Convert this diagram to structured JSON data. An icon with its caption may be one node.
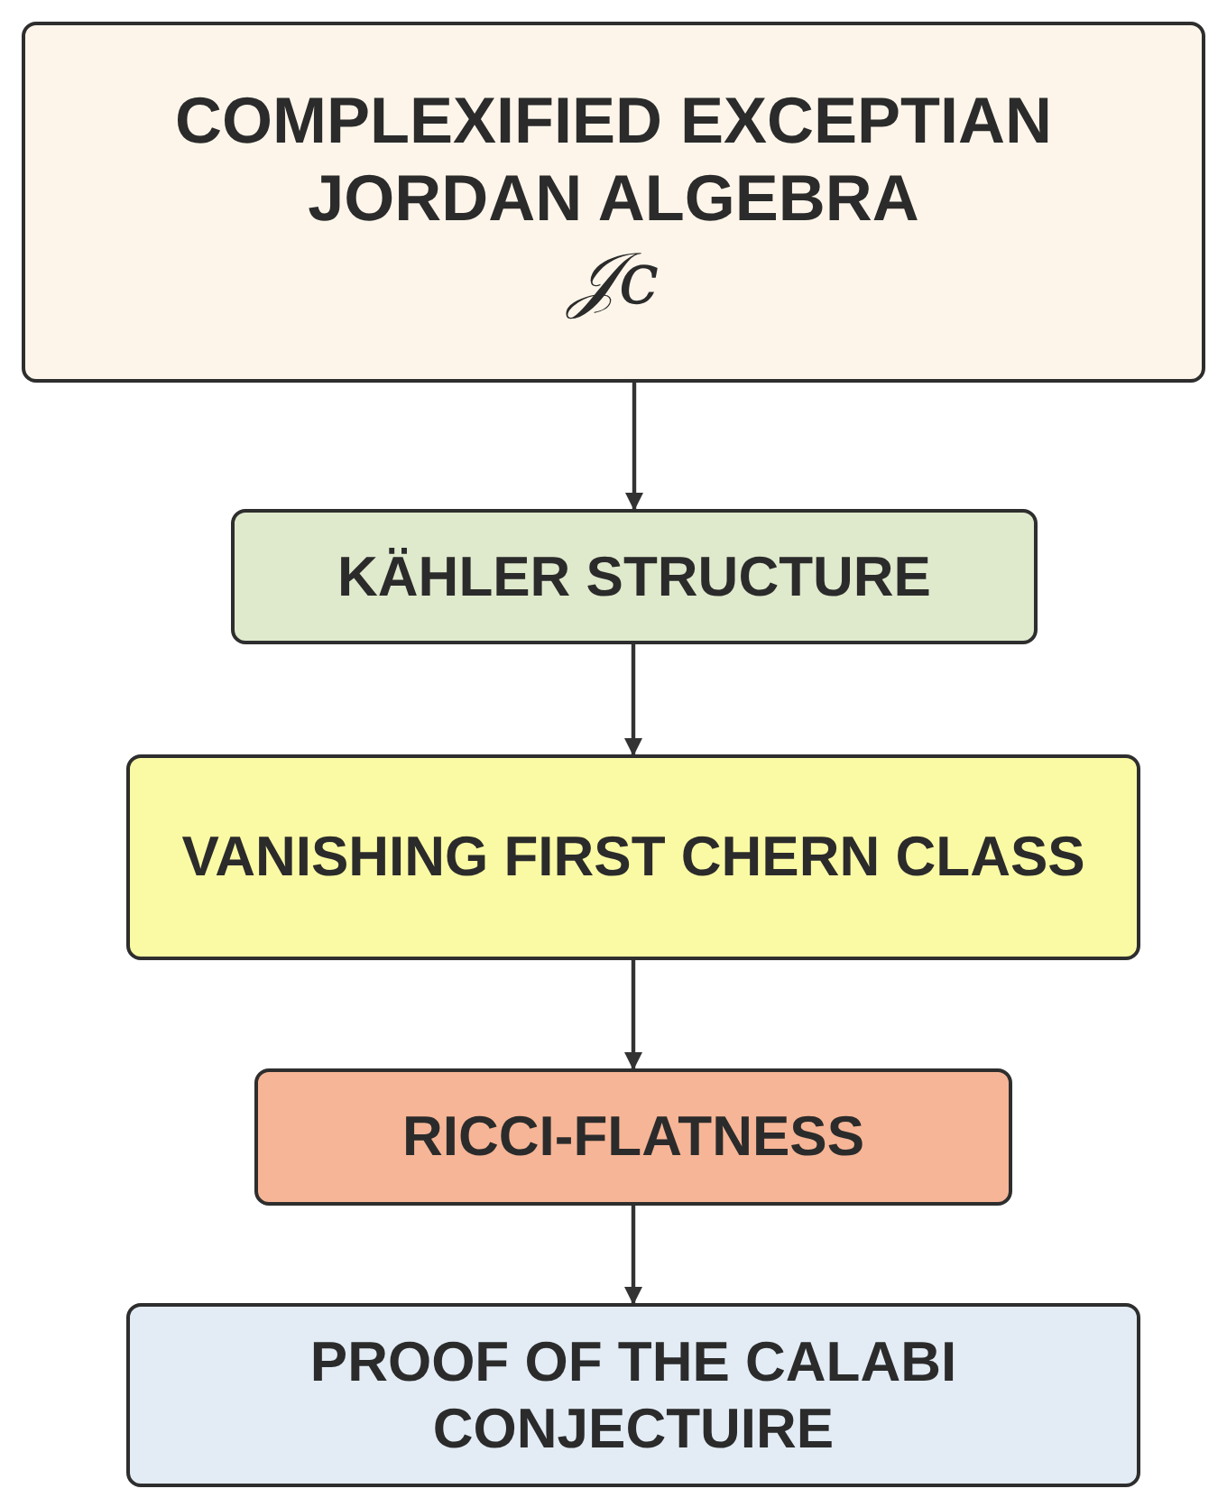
{
  "diagram": {
    "nodes": [
      {
        "text": [
          "COMPLEXIFIED EXCEPTIAN JORDAN ALGEBRA",
          "𝒥c"
        ]
      },
      {
        "text": [
          "KÄHLER STRUCTURE"
        ]
      },
      {
        "text": [
          "VANISHING FIRST CHERN CLASS"
        ]
      },
      {
        "text": [
          "RICCI-FLATNESS"
        ]
      },
      {
        "text": [
          "PROOF OF THE CALABI CONJECTUIRE"
        ]
      }
    ],
    "edges": [
      {
        "from": 0,
        "to": 1,
        "arrow": "to"
      },
      {
        "from": 1,
        "to": 2,
        "arrow": "to"
      },
      {
        "from": 2,
        "to": 3,
        "arrow": "to"
      },
      {
        "from": 3,
        "to": 4,
        "arrow": "to"
      }
    ]
  }
}
